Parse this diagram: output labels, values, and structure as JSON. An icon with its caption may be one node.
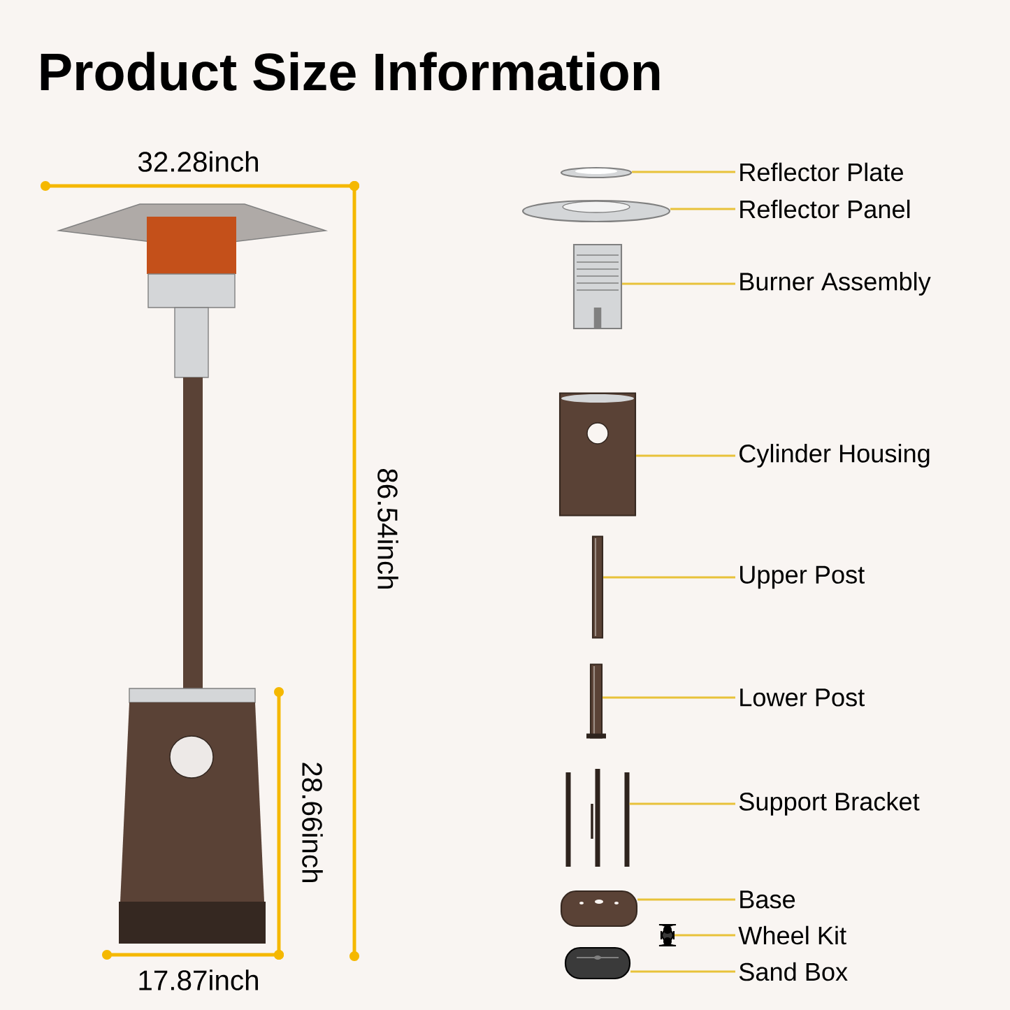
{
  "diagram": {
    "title": "Product Size Information",
    "nodes": [
      {
        "text": [
          "Reflector Plate"
        ]
      },
      {
        "text": [],
        "shape": "picture"
      },
      {
        "text": [
          "Reflector Panel"
        ]
      },
      {
        "text": [],
        "shape": "picture"
      },
      {
        "text": [
          "Burner Assembly"
        ]
      },
      {
        "text": [],
        "shape": "picture"
      },
      {
        "text": [
          "Cylinder Housing"
        ]
      },
      {
        "text": [],
        "shape": "picture"
      },
      {
        "text": [
          "Upper Post"
        ]
      },
      {
        "text": [],
        "shape": "picture"
      },
      {
        "text": [
          "Lower Post"
        ]
      },
      {
        "text": [],
        "shape": "picture"
      },
      {
        "text": [
          "Support Bracket"
        ]
      },
      {
        "text": [],
        "shape": "picture"
      },
      {
        "text": [
          "Base"
        ]
      },
      {
        "text": [],
        "shape": "picture"
      },
      {
        "text": [
          "Wheel Kit"
        ]
      },
      {
        "text": [],
        "shape": "picture"
      },
      {
        "text": [
          "Sand Box"
        ]
      },
      {
        "text": [],
        "shape": "picture"
      }
    ],
    "edges": [
      {
        "from": 0,
        "to": 1,
        "arrow": "none"
      },
      {
        "from": 2,
        "to": 3,
        "arrow": "none"
      },
      {
        "from": 4,
        "to": 5,
        "arrow": "none"
      },
      {
        "from": 6,
        "to": 7,
        "arrow": "none"
      },
      {
        "from": 8,
        "to": 9,
        "arrow": "none"
      },
      {
        "from": 10,
        "to": 11,
        "arrow": "none"
      },
      {
        "from": 12,
        "to": 13,
        "arrow": "none"
      },
      {
        "from": 14,
        "to": 15,
        "arrow": "none"
      },
      {
        "from": 16,
        "to": 17,
        "arrow": "none"
      },
      {
        "from": 18,
        "to": 19,
        "arrow": "none"
      }
    ],
    "labels": [
      "32.28inch",
      "86.54inch",
      "28.66inch",
      "17.87inch"
    ]
  }
}
